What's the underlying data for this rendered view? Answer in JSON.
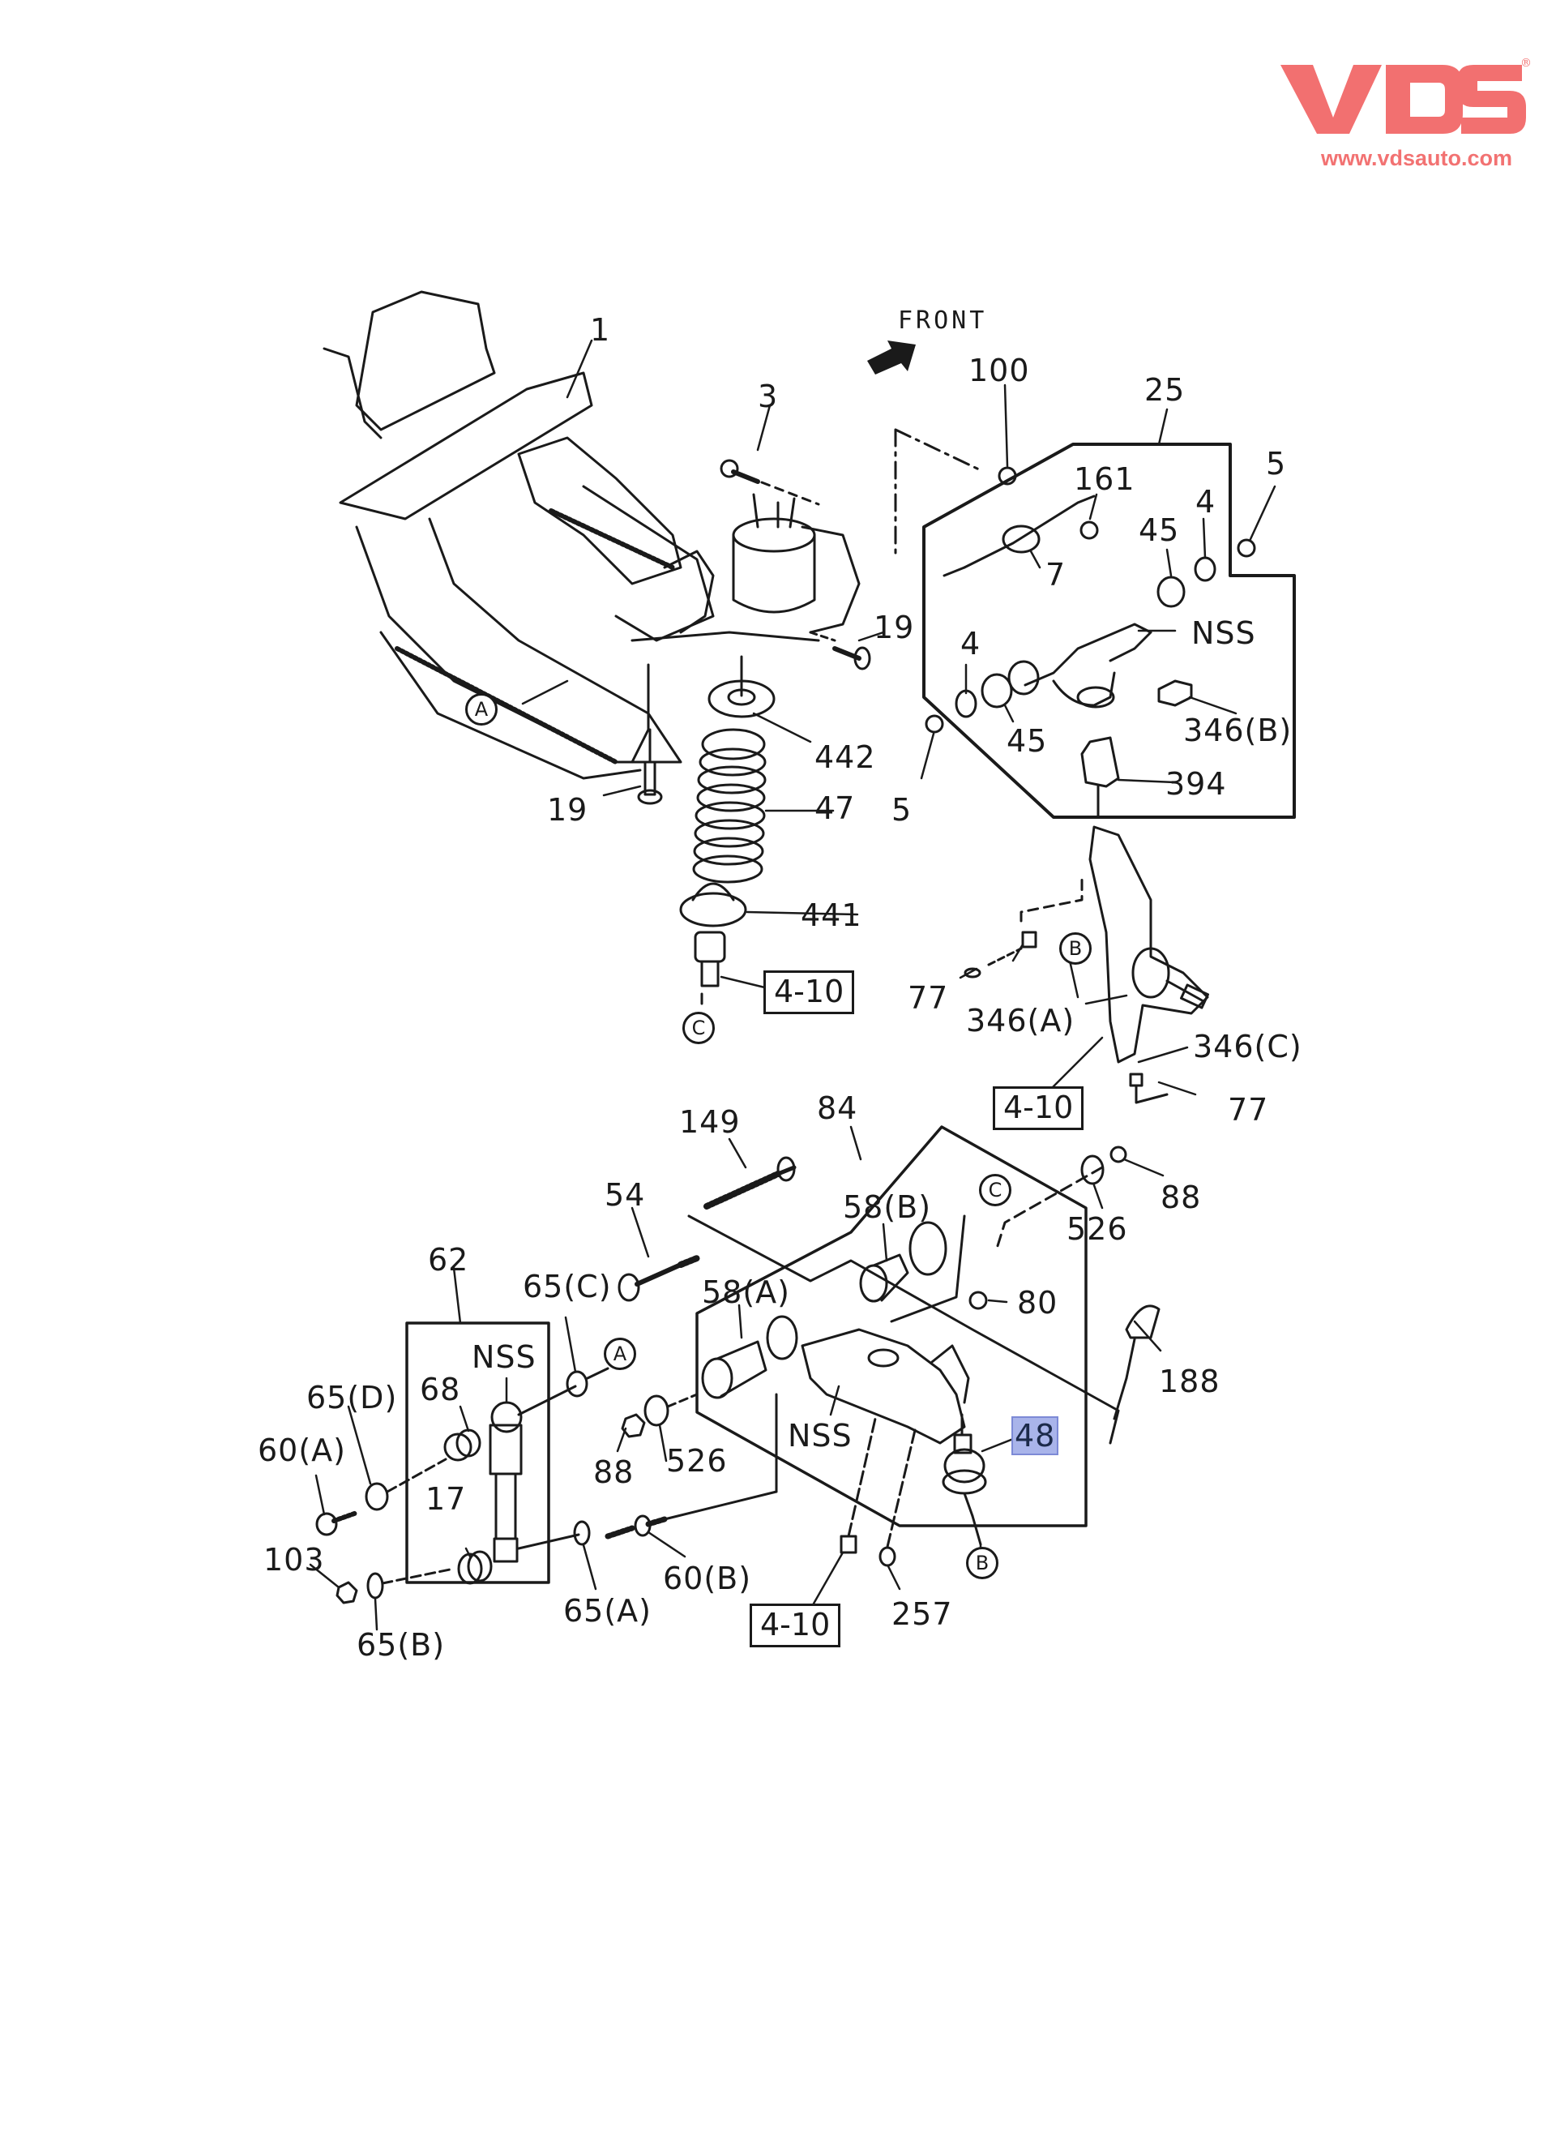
{
  "logo": {
    "brand": "VDS",
    "registered": "®",
    "url": "www.vdsauto.com",
    "color": "#f27070"
  },
  "diagram": {
    "front_label": "FRONT",
    "callouts": {
      "c1": "1",
      "c3": "3",
      "c100": "100",
      "c25": "25",
      "c161": "161",
      "c5_top": "5",
      "c4_top": "4",
      "c45_top": "45",
      "c7": "7",
      "c19_right": "19",
      "nss_upper": "NSS",
      "c4_low": "4",
      "c45_low": "45",
      "c346b": "346(B)",
      "c442": "442",
      "c5_low": "5",
      "c394": "394",
      "c19_left": "19",
      "c47": "47",
      "c441": "441",
      "c77_left": "77",
      "c346a": "346(A)",
      "c346c": "346(C)",
      "c77_right": "77",
      "c149": "149",
      "c84": "84",
      "c54": "54",
      "c58b": "58(B)",
      "c526_top": "526",
      "c88_top": "88",
      "c62": "62",
      "c65c": "65(C)",
      "c58a": "58(A)",
      "c80": "80",
      "c188": "188",
      "nss_shock": "NSS",
      "c65d": "65(D)",
      "c68": "68",
      "c60a": "60(A)",
      "nss_lower": "NSS",
      "c88_low": "88",
      "c526_low": "526",
      "c48": "48",
      "c17": "17",
      "c103": "103",
      "c65a": "65(A)",
      "c60b": "60(B)",
      "c257": "257",
      "c65b": "65(B)"
    },
    "refs": {
      "r1": "4-10",
      "r2": "4-10",
      "r3": "4-10"
    },
    "markers": {
      "a_frame": "A",
      "b_knuckle": "B",
      "c_spring": "C",
      "c_arm": "C",
      "a_shock": "A",
      "b_balljoint": "B"
    },
    "highlight": {
      "part": "48",
      "color": "#a9b4ea"
    }
  }
}
